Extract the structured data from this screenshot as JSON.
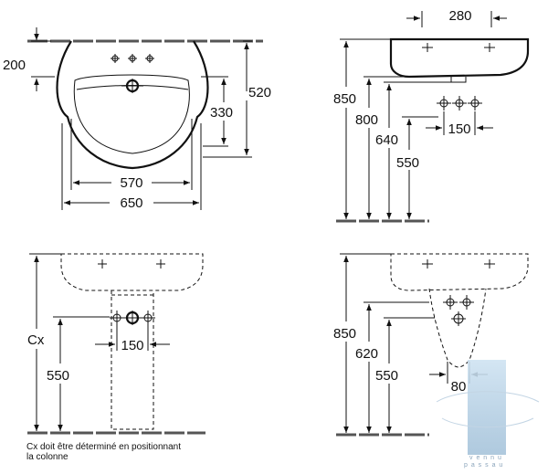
{
  "views": {
    "front": {
      "dims": {
        "height_top": "200",
        "overall_height": "520",
        "bowl_depth": "330",
        "inner_width": "570",
        "overall_width": "650"
      }
    },
    "side": {
      "dims": {
        "depth": "280",
        "rim_height": "850",
        "bowl_bottom": "800",
        "waste_height": "640",
        "supply_height": "550",
        "supply_spacing": "150"
      }
    },
    "pedestal_front": {
      "dims": {
        "rim_height_var": "Cx",
        "supply_height": "550",
        "supply_spacing": "150"
      },
      "note_line1": "Cx doit être déterminé en positionnant",
      "note_line2": "la colonne"
    },
    "pedestal_side": {
      "dims": {
        "rim_height": "850",
        "waste_height": "620",
        "supply_height": "550",
        "pedestal_width": "80"
      }
    }
  },
  "icons": [
    "tap-hole-icon",
    "waste-outlet-icon",
    "watermark-logo-icon"
  ]
}
